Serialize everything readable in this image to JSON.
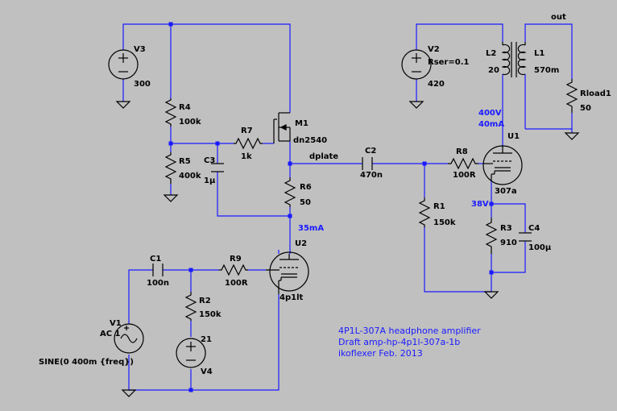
{
  "components": {
    "v3": {
      "name": "V3",
      "value": "300"
    },
    "v2": {
      "name": "V2",
      "param": "Rser=0.1",
      "value": "420"
    },
    "v1": {
      "name": "V1",
      "value": "AC 1",
      "source": "SINE(0 400m {freq})"
    },
    "v4": {
      "name": "V4",
      "value": "21"
    },
    "r4": {
      "name": "R4",
      "value": "100k"
    },
    "r5": {
      "name": "R5",
      "value": "400k"
    },
    "r7": {
      "name": "R7",
      "value": "1k"
    },
    "r6": {
      "name": "R6",
      "value": "50"
    },
    "r9": {
      "name": "R9",
      "value": "100R"
    },
    "r2": {
      "name": "R2",
      "value": "150k"
    },
    "r1": {
      "name": "R1",
      "value": "150k"
    },
    "r8": {
      "name": "R8",
      "value": "100R"
    },
    "r3": {
      "name": "R3",
      "value": "910"
    },
    "rload": {
      "name": "Rload1",
      "value": "50"
    },
    "c1": {
      "name": "C1",
      "value": "100n"
    },
    "c2": {
      "name": "C2",
      "value": "470n"
    },
    "c3": {
      "name": "C3",
      "value": "1µ"
    },
    "c4": {
      "name": "C4",
      "value": "100µ"
    },
    "m1": {
      "name": "M1",
      "value": "dn2540"
    },
    "u1": {
      "name": "U1",
      "value": "307a"
    },
    "u2": {
      "name": "U2",
      "value": "4p1lt"
    },
    "l1": {
      "name": "L1",
      "value": "570m"
    },
    "l2": {
      "name": "L2",
      "value": "20"
    }
  },
  "nets": {
    "dplate": "dplate",
    "out": "out"
  },
  "annotations": {
    "u1_voltage": "400V",
    "u1_current": "40mA",
    "cathode_voltage": "38V",
    "u2_current": "35mA"
  },
  "notes": [
    "4P1L-307A headphone amplifier",
    "Draft amp-hp-4p1l-307a-1b",
    "ikoflexer Feb. 2013"
  ],
  "colors": {
    "background": "#c0c0c0",
    "wire": "#1a1aff",
    "component": "#000000",
    "annotation": "#1a1aff"
  }
}
